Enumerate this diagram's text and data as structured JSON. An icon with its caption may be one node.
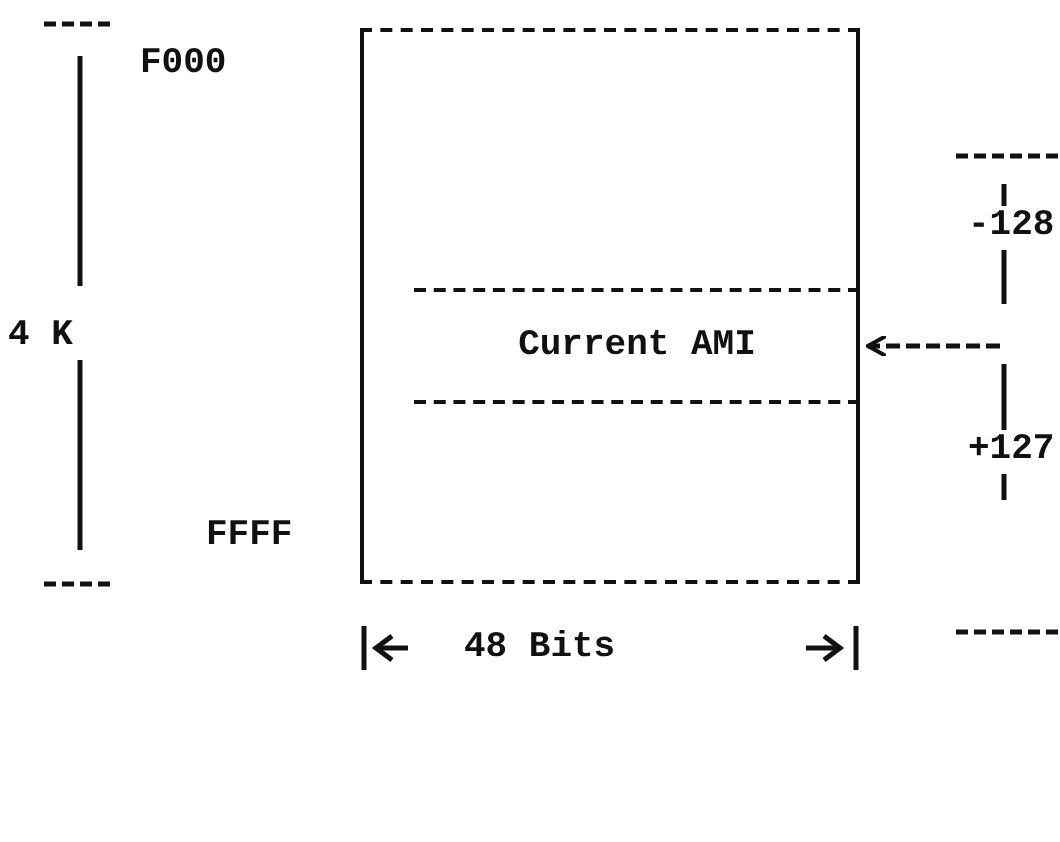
{
  "diagram": {
    "nodes": [
      {
        "text": [],
        "shape": "box"
      },
      {
        "text": [
          "Current AMI"
        ],
        "in": 0
      }
    ],
    "edges": [
      {
        "from": null,
        "to": 1,
        "arrow": "to"
      }
    ],
    "labels": [
      "F000",
      "4 K",
      "-128",
      "+127",
      "FFFF",
      "48 Bits"
    ]
  }
}
